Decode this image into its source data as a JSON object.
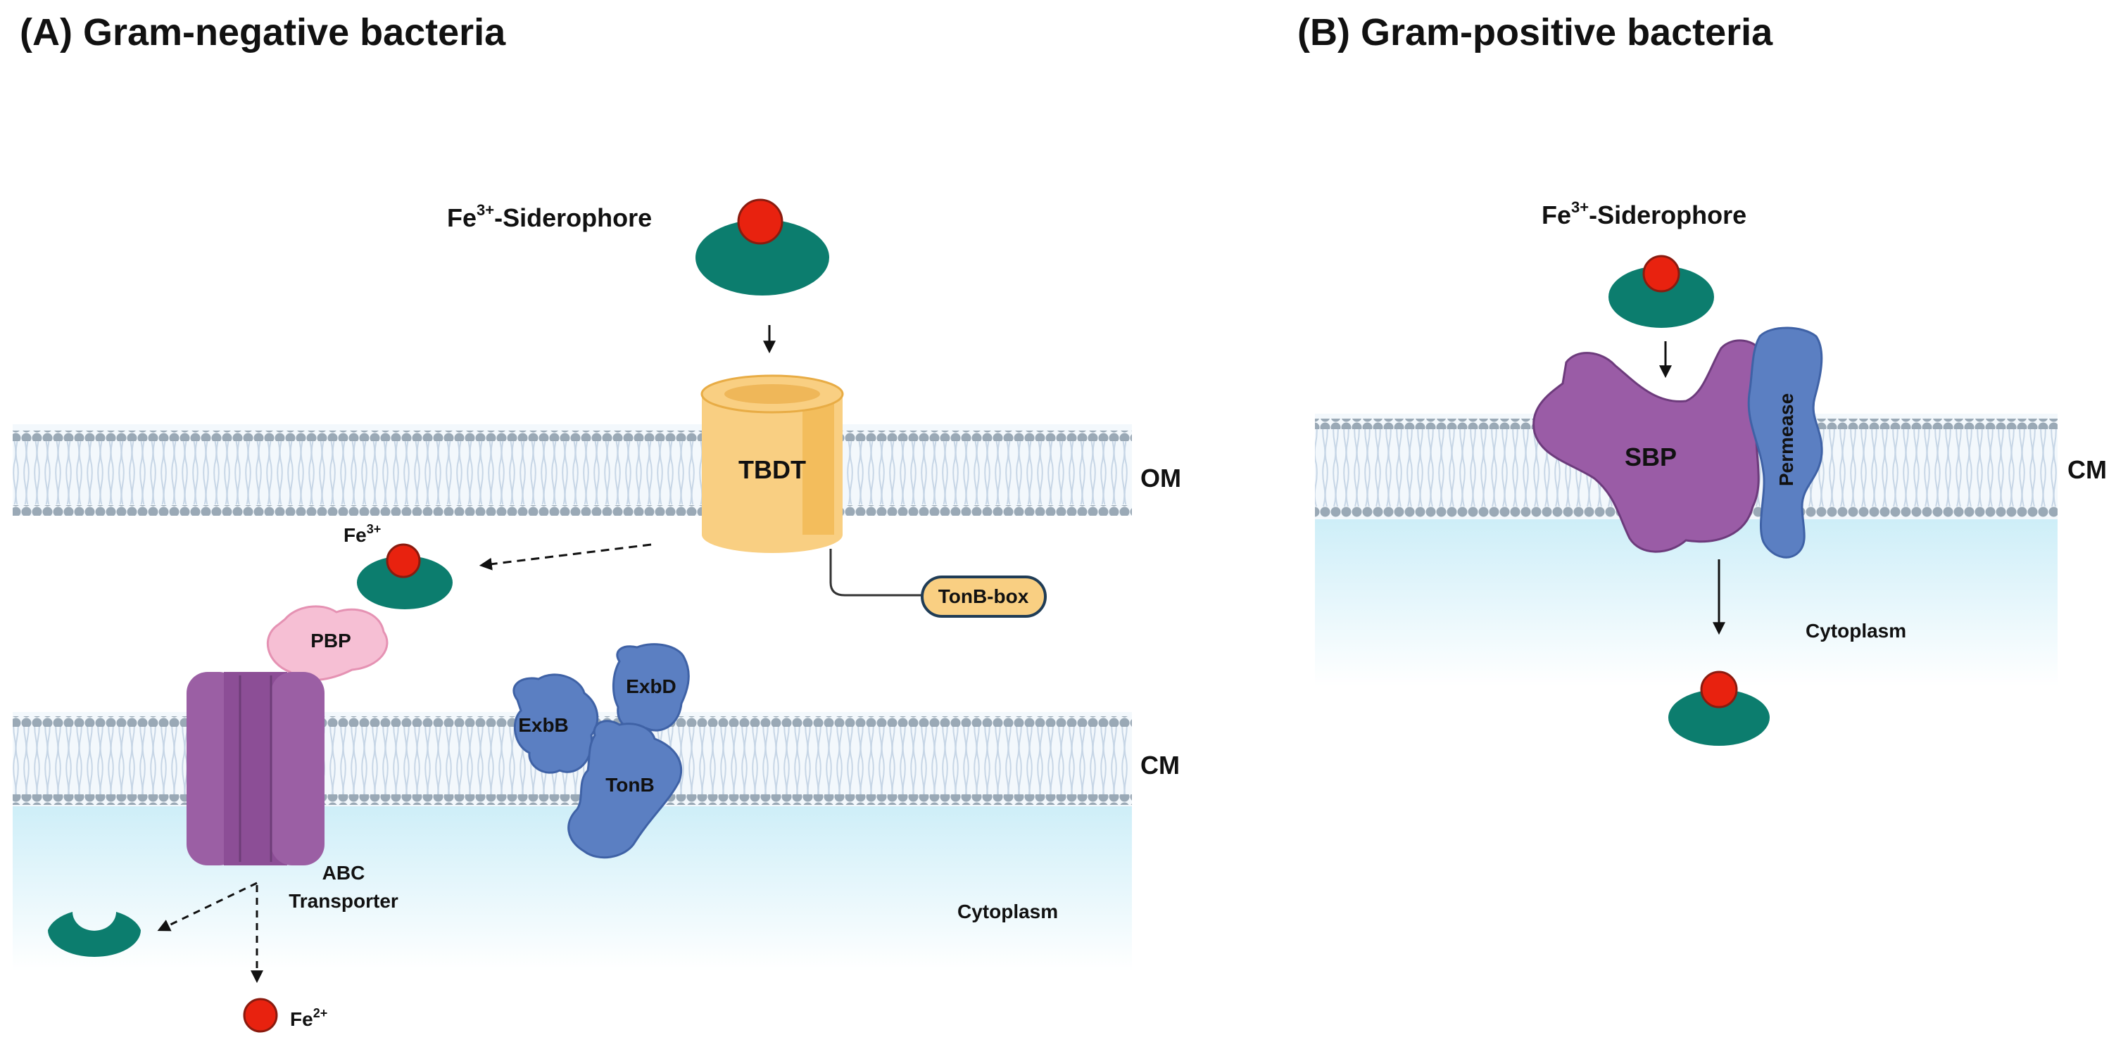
{
  "panel_a": {
    "title": "(A) Gram-negative bacteria",
    "siderophore_label_main": "Fe",
    "siderophore_label_sup": "3+",
    "siderophore_label_rest": "-Siderophore",
    "tbdt": "TBDT",
    "om": "OM",
    "cm": "CM",
    "tonb_box": "TonB-box",
    "fe3_main": "Fe",
    "fe3_sup": "3+",
    "pbp": "PBP",
    "exbb": "ExbB",
    "exbd": "ExbD",
    "tonb": "TonB",
    "abc_line1": "ABC",
    "abc_line2": "Transporter",
    "cytoplasm": "Cytoplasm",
    "fe2_main": "Fe",
    "fe2_sup": "2+"
  },
  "panel_b": {
    "title": "(B) Gram-positive bacteria",
    "siderophore_label_main": "Fe",
    "siderophore_label_sup": "3+",
    "siderophore_label_rest": "-Siderophore",
    "sbp": "SBP",
    "permease": "Permease",
    "cm": "CM",
    "cytoplasm": "Cytoplasm"
  },
  "colors": {
    "siderophore": "#0c7d6e",
    "iron": "#e8220f",
    "tbdt": "#f9cf82",
    "pbp": "#f6bfd4",
    "abc": "#9b5fa4",
    "exb_tonb": "#5b7fc2",
    "sbp": "#9a5ca6",
    "permease": "#5b7fc2",
    "cytoplasm": "#dff3fa"
  }
}
